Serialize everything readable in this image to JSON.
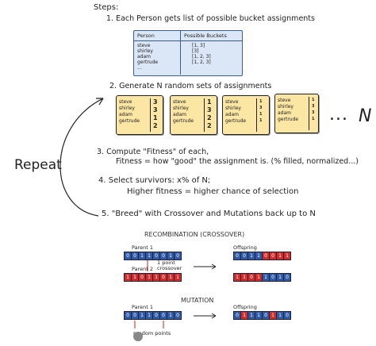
{
  "steps_title": "Steps:",
  "step1": "1. Each Person gets list of possible bucket assignments",
  "table": {
    "headers": [
      "Person",
      "Possible Buckets"
    ],
    "rows": [
      {
        "person": "steve",
        "buckets": "[1, 3]"
      },
      {
        "person": "shirley",
        "buckets": "[3]"
      },
      {
        "person": "adam",
        "buckets": "[1, 2, 3]"
      },
      {
        "person": "gertrude",
        "buckets": "[1, 2, 3]"
      },
      {
        "person": "...",
        "buckets": ""
      }
    ]
  },
  "step2": "2. Generate N random sets of assignments",
  "cards": [
    {
      "names": [
        "steve",
        "shirley",
        "adam",
        "gertrude"
      ],
      "values": [
        "3",
        "3",
        "1",
        "2"
      ]
    },
    {
      "names": [
        "steve",
        "shirley",
        "adam",
        "gertrude"
      ],
      "values": [
        "1",
        "3",
        "2",
        "2"
      ]
    },
    {
      "names": [
        "steve",
        "shirley",
        "adam",
        "gertrude"
      ],
      "values": [
        "1",
        "3",
        "1",
        "1"
      ]
    },
    {
      "names": [
        "steve",
        "shirley",
        "adam",
        "gertrude"
      ],
      "values": [
        "1",
        "3",
        "3",
        "1"
      ]
    }
  ],
  "ellipsis": "...",
  "n_label": "N",
  "repeat": "Repeat",
  "step3": "3. Compute \"Fitness\" of each,",
  "step3b": "Fitness = how \"good\" the assignment is. (% filled, normalized...)",
  "step4": "4. Select survivors: x% of N;",
  "step4b": "Higher fitness = higher chance of selection",
  "step5": "5. \"Breed\" with Crossover and Mutations back up to N",
  "ga": {
    "title_recomb": "RECOMBINATION (CROSSOVER)",
    "parent1": "Parent 1",
    "parent2": "Parent 2",
    "crossover_note": "1 point crossover",
    "offspring": "Offspring",
    "title_mutation": "MUTATION",
    "parent1_mut": "Parent 1",
    "offspring_mut": "Offspring",
    "random_points": "random points",
    "parent1_bits": [
      "0",
      "0",
      "1",
      "1",
      "0",
      "0",
      "1",
      "0"
    ],
    "parent2_bits": [
      "1",
      "1",
      "0",
      "1",
      "1",
      "0",
      "1",
      "1"
    ],
    "offspring1_bits": [
      "0",
      "0",
      "1",
      "1",
      "0",
      "0",
      "1",
      "1"
    ],
    "offspring2_bits": [
      "1",
      "1",
      "0",
      "1",
      "1",
      "0",
      "1",
      "0"
    ],
    "mut_parent_bits": [
      "0",
      "0",
      "1",
      "1",
      "0",
      "0",
      "1",
      "0"
    ],
    "mut_offspring_bits": [
      "0",
      "1",
      "1",
      "1",
      "0",
      "1",
      "1",
      "0"
    ]
  },
  "colors": {
    "table_bg": "#dbe7f6",
    "card_bg": "#fbe6a4",
    "gene_blue": "#2f5aa8",
    "gene_red": "#d22b2b"
  }
}
